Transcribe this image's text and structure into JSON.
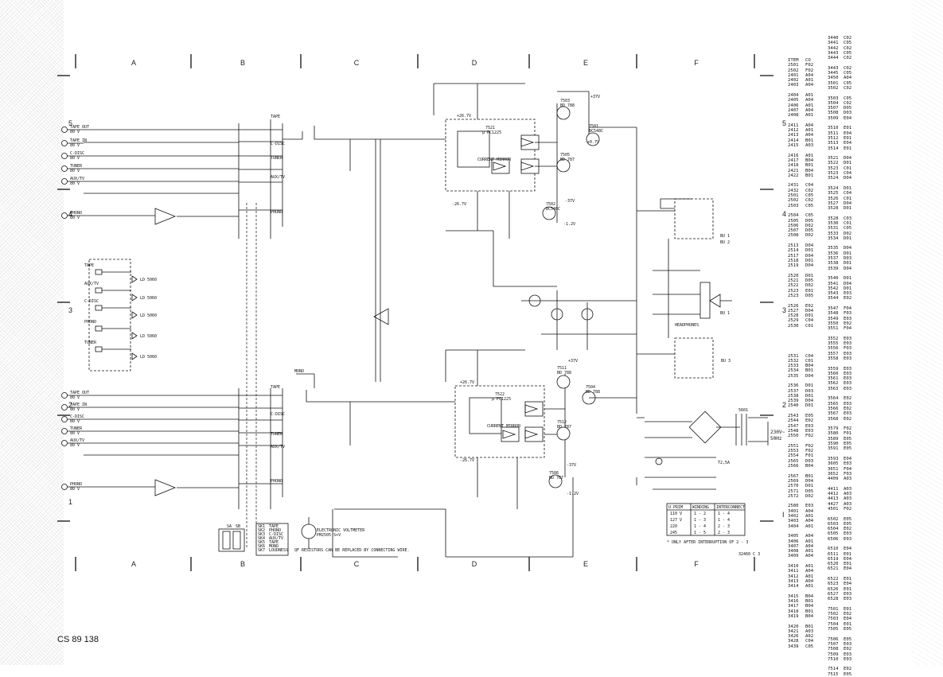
{
  "sheet": {
    "columns": [
      "A",
      "B",
      "C",
      "D",
      "E",
      "F"
    ],
    "rows": [
      "5",
      "4",
      "3",
      "2",
      "1"
    ],
    "row_right_extra": "I",
    "drawing_number": "CS 89 138",
    "sheet_code": "32460 C 3"
  },
  "inputs_upper": [
    {
      "name": "TAPE OUT",
      "sub": "80 V"
    },
    {
      "name": "TAPE IN",
      "sub": "80 V"
    },
    {
      "name": "C-DISC",
      "sub": "80 V"
    },
    {
      "name": "TUNER",
      "sub": "80 V"
    },
    {
      "name": "AUX/TV",
      "sub": "80 V"
    },
    {
      "name": "PHONO",
      "sub": "80 V"
    }
  ],
  "inputs_lower": [
    {
      "name": "TAPE OUT",
      "sub": "80 V"
    },
    {
      "name": "TAPE IN",
      "sub": "80 V"
    },
    {
      "name": "C-DISC",
      "sub": "80 V"
    },
    {
      "name": "TUNER",
      "sub": "80 V"
    },
    {
      "name": "AUX/TV",
      "sub": "80 V"
    },
    {
      "name": "PHONO",
      "sub": "80 V"
    }
  ],
  "switch_labels_upper": [
    "TAPE",
    "C-DISC",
    "TUNER",
    "AUX/TV",
    "PHONO"
  ],
  "switch_labels_lower": [
    "TAPE",
    "C-DISC",
    "TUNER",
    "AUX/TV",
    "PHONO"
  ],
  "selector_labels": [
    "TAPE",
    "AUX/TV",
    "C-DISC",
    "PHONO",
    "TUNER"
  ],
  "selector_leds": [
    "LD 5060",
    "LD 5060",
    "LD 5060",
    "LD 5060",
    "LD 5060"
  ],
  "mono_label": "MONO",
  "ic_upper": {
    "ref": "7521",
    "type": "μ PC1225",
    "block": "CURRENT MIRROR"
  },
  "ic_lower": {
    "ref": "7522",
    "type": "μ PC1225",
    "block": "CURRENT MIRROR"
  },
  "transistors": [
    {
      "ref": "7503",
      "type": "BD 788"
    },
    {
      "ref": "7505",
      "type": "BD 787"
    },
    {
      "ref": "7501",
      "type": "BC548C"
    },
    {
      "ref": "7502",
      "type": "BC548C"
    },
    {
      "ref": "7511",
      "type": "BD 788"
    },
    {
      "ref": "7512",
      "type": "BD 787"
    },
    {
      "ref": "7504",
      "type": "BD 788"
    },
    {
      "ref": "7506",
      "type": "BD 787"
    }
  ],
  "rails": {
    "pos": "+37V",
    "neg": "-37V",
    "aux_pos": "+26.7V",
    "aux_neg": "-26.7V",
    "mid": "+0.7V",
    "low": "-1.2V"
  },
  "headphones_label": "HEADPHONES",
  "speaker_jacks": [
    "BU 1",
    "BU 2",
    "BU 3"
  ],
  "mains": {
    "label": "230V~",
    "freq": "50Hz",
    "fuse": "T2,5A",
    "transformer": "5601"
  },
  "volt_meter": {
    "title": "ELECTRONIC VOLTMETER",
    "model": "PM2505 S+V"
  },
  "resistor_note": "QF RESISTORS CAN BE REPLACED BY CONNECTING WIRE.",
  "switch_table_caption": [
    "SA",
    "SB"
  ],
  "switch_table": [
    [
      "SK1",
      "TAPE"
    ],
    [
      "SK2",
      "PHONO"
    ],
    [
      "SK3",
      "C-DISC"
    ],
    [
      "SK4",
      "AUX/TV"
    ],
    [
      "SK5",
      "TAPE"
    ],
    [
      "SK6",
      "MONO"
    ],
    [
      "SK7",
      "LOUDNESS"
    ]
  ],
  "interrupt_table": {
    "headers": [
      "U PRIM",
      "WINDING",
      "INTERCONNECT"
    ],
    "rows": [
      [
        "110 V",
        "1 - 2",
        "1 - 4"
      ],
      [
        "127 V",
        "1 - 3",
        "1 - 4"
      ],
      [
        "220",
        "1 - 4",
        "2 - 3"
      ],
      [
        "245",
        "1 - 5",
        "2 - 3"
      ]
    ],
    "note": "* ONLY AFTER INTERRUPTION OF 2 - 3"
  },
  "parts_col1_header": [
    "ITEM",
    "CO"
  ],
  "parts_col1": [
    [
      "2501",
      "F02"
    ],
    [
      "2502",
      "F02"
    ],
    [
      "2401",
      "A04"
    ],
    [
      "2402",
      "A01"
    ],
    [
      "2403",
      "A04"
    ],
    [],
    [
      "2404",
      "A01"
    ],
    [
      "2405",
      "A04"
    ],
    [
      "2406",
      "A01"
    ],
    [
      "2407",
      "A04"
    ],
    [
      "2408",
      "A01"
    ],
    [],
    [
      "2411",
      "A04"
    ],
    [
      "2412",
      "A01"
    ],
    [
      "2413",
      "A04"
    ],
    [
      "2414",
      "B01"
    ],
    [
      "2415",
      "A03"
    ],
    [],
    [
      "2416",
      "A01"
    ],
    [
      "2417",
      "B04"
    ],
    [
      "2418",
      "B01"
    ],
    [
      "2421",
      "B04"
    ],
    [
      "2422",
      "B01"
    ],
    [],
    [
      "2431",
      "C04"
    ],
    [
      "2432",
      "C02"
    ],
    [
      "2501",
      "C05"
    ],
    [
      "2502",
      "C02"
    ],
    [
      "2503",
      "C05"
    ],
    [],
    [
      "2504",
      "C05"
    ],
    [
      "2505",
      "D05"
    ],
    [
      "2506",
      "D02"
    ],
    [
      "2507",
      "D05"
    ],
    [
      "2508",
      "D02"
    ],
    [],
    [
      "2513",
      "D04"
    ],
    [
      "2514",
      "D01"
    ],
    [
      "2517",
      "D04"
    ],
    [
      "2518",
      "D01"
    ],
    [
      "2519",
      "D04"
    ],
    [],
    [
      "2520",
      "D01"
    ],
    [
      "2521",
      "D05"
    ],
    [
      "2522",
      "D02"
    ],
    [
      "2523",
      "E01"
    ],
    [
      "2523",
      "D05"
    ],
    [],
    [
      "2526",
      "E02"
    ],
    [
      "2527",
      "D04"
    ],
    [
      "2528",
      "D01"
    ],
    [
      "2529",
      "C04"
    ],
    [
      "2530",
      "C01"
    ],
    [],
    [],
    [],
    [],
    [],
    [
      "2531",
      "C04"
    ],
    [
      "2532",
      "C01"
    ],
    [
      "2533",
      "B04"
    ],
    [
      "2534",
      "B01"
    ],
    [
      "2535",
      "D04"
    ],
    [],
    [
      "2536",
      "D01"
    ],
    [
      "2537",
      "D03"
    ],
    [
      "2538",
      "D01"
    ],
    [
      "2539",
      "D04"
    ],
    [
      "2540",
      "D01"
    ],
    [],
    [
      "2543",
      "E05"
    ],
    [
      "2544",
      "E02"
    ],
    [
      "2547",
      "E03"
    ],
    [
      "2548",
      "E03"
    ],
    [
      "2550",
      "F02"
    ],
    [],
    [
      "2551",
      "F02"
    ],
    [
      "2553",
      "F02"
    ],
    [
      "2554",
      "F01"
    ],
    [
      "2565",
      "D03"
    ],
    [
      "2566",
      "B04"
    ],
    [],
    [
      "2567",
      "B01"
    ],
    [
      "2569",
      "D04"
    ],
    [
      "2570",
      "D01"
    ],
    [
      "2571",
      "D05"
    ],
    [
      "2572",
      "D02"
    ],
    [],
    [
      "2580",
      "E03"
    ],
    [
      "3401",
      "A04"
    ],
    [
      "3402",
      "A01"
    ],
    [
      "3403",
      "A04"
    ],
    [
      "3404",
      "A01"
    ],
    [],
    [
      "3405",
      "A04"
    ],
    [
      "3406",
      "A01"
    ],
    [
      "3407",
      "A04"
    ],
    [
      "3408",
      "A01"
    ],
    [
      "3409",
      "A04"
    ],
    [],
    [
      "3410",
      "A01"
    ],
    [
      "3411",
      "A04"
    ],
    [
      "3412",
      "A01"
    ],
    [
      "3413",
      "A04"
    ],
    [
      "3414",
      "A01"
    ],
    [],
    [
      "3415",
      "B04"
    ],
    [
      "3416",
      "B01"
    ],
    [
      "3417",
      "B04"
    ],
    [
      "3418",
      "B01"
    ],
    [
      "3419",
      "B04"
    ],
    [],
    [
      "3420",
      "B01"
    ],
    [
      "3421",
      "A03"
    ],
    [
      "3426",
      "A02"
    ],
    [
      "3428",
      "C04"
    ],
    [
      "3439",
      "C05"
    ]
  ],
  "parts_col2": [
    [
      "3440",
      "C02"
    ],
    [
      "3441",
      "C05"
    ],
    [
      "3442",
      "C02"
    ],
    [
      "3443",
      "C05"
    ],
    [
      "3444",
      "C02"
    ],
    [],
    [
      "3443",
      "C02"
    ],
    [
      "3445",
      "C05"
    ],
    [
      "3450",
      "A04"
    ],
    [
      "3501",
      "C05"
    ],
    [
      "3502",
      "C02"
    ],
    [],
    [
      "3503",
      "C05"
    ],
    [
      "3504",
      "C02"
    ],
    [
      "3507",
      "D05"
    ],
    [
      "3508",
      "D03"
    ],
    [
      "3509",
      "E04"
    ],
    [],
    [
      "3510",
      "E01"
    ],
    [
      "3511",
      "E04"
    ],
    [
      "3512",
      "E01"
    ],
    [
      "3513",
      "E04"
    ],
    [
      "3514",
      "E01"
    ],
    [],
    [
      "3521",
      "D04"
    ],
    [
      "3522",
      "D01"
    ],
    [
      "3523",
      "C01"
    ],
    [
      "3523",
      "C04"
    ],
    [
      "3524",
      "D04"
    ],
    [],
    [
      "3524",
      "D01"
    ],
    [
      "3525",
      "C04"
    ],
    [
      "3526",
      "C01"
    ],
    [
      "3527",
      "D04"
    ],
    [
      "3528",
      "D01"
    ],
    [],
    [
      "3528",
      "C03"
    ],
    [
      "3530",
      "C01"
    ],
    [
      "3531",
      "C05"
    ],
    [
      "3533",
      "D02"
    ],
    [
      "3534",
      "D01"
    ],
    [],
    [
      "3535",
      "D04"
    ],
    [
      "3536",
      "D01"
    ],
    [
      "3537",
      "D03"
    ],
    [
      "3538",
      "D01"
    ],
    [
      "3539",
      "D04"
    ],
    [],
    [
      "3540",
      "D01"
    ],
    [
      "3541",
      "D04"
    ],
    [
      "3542",
      "D01"
    ],
    [
      "3543",
      "E03"
    ],
    [
      "3544",
      "E02"
    ],
    [],
    [
      "3547",
      "F04"
    ],
    [
      "3548",
      "F03"
    ],
    [
      "3549",
      "E03"
    ],
    [
      "3550",
      "E02"
    ],
    [
      "3551",
      "F04"
    ],
    [],
    [
      "3552",
      "E03"
    ],
    [
      "3555",
      "E03"
    ],
    [
      "3556",
      "F03"
    ],
    [
      "3557",
      "E03"
    ],
    [
      "3558",
      "E03"
    ],
    [],
    [
      "3559",
      "E03"
    ],
    [
      "3560",
      "E03"
    ],
    [
      "3561",
      "E03"
    ],
    [
      "3562",
      "E03"
    ],
    [
      "3563",
      "E03"
    ],
    [],
    [
      "3564",
      "E02"
    ],
    [
      "3565",
      "E03"
    ],
    [
      "3566",
      "E02"
    ],
    [
      "3567",
      "E03"
    ],
    [
      "3568",
      "E02"
    ],
    [],
    [
      "3579",
      "F02"
    ],
    [
      "3580",
      "F01"
    ],
    [
      "3589",
      "E05"
    ],
    [
      "3590",
      "E05"
    ],
    [
      "3591",
      "E05"
    ],
    [],
    [
      "3593",
      "E04"
    ],
    [
      "3605",
      "E03"
    ],
    [
      "3651",
      "F04"
    ],
    [
      "3652",
      "F03"
    ],
    [
      "4409",
      "A03"
    ],
    [],
    [
      "4411",
      "A03"
    ],
    [
      "4412",
      "A03"
    ],
    [
      "4413",
      "A03"
    ],
    [
      "4427",
      "A03"
    ],
    [
      "4501",
      "F02"
    ],
    [],
    [
      "6502",
      "E05"
    ],
    [
      "6503",
      "E05"
    ],
    [
      "6504",
      "E02"
    ],
    [
      "6505",
      "E03"
    ],
    [
      "6506",
      "E03"
    ],
    [],
    [
      "6510",
      "E04"
    ],
    [
      "6511",
      "E01"
    ],
    [
      "6519",
      "E04"
    ],
    [
      "6520",
      "E01"
    ],
    [
      "6521",
      "E04"
    ],
    [],
    [
      "6522",
      "E01"
    ],
    [
      "6523",
      "E04"
    ],
    [
      "6526",
      "E01"
    ],
    [
      "6527",
      "E03"
    ],
    [
      "6528",
      "E03"
    ],
    [],
    [
      "7501",
      "E01"
    ],
    [
      "7502",
      "E02"
    ],
    [
      "7503",
      "E04"
    ],
    [
      "7504",
      "E01"
    ],
    [
      "7505",
      "E05"
    ],
    [],
    [
      "7506",
      "E05"
    ],
    [
      "7507",
      "E03"
    ],
    [
      "7508",
      "E02"
    ],
    [
      "7509",
      "E03"
    ],
    [
      "7510",
      "E03"
    ],
    [],
    [
      "7514",
      "E02"
    ],
    [
      "7515",
      "E05"
    ]
  ]
}
